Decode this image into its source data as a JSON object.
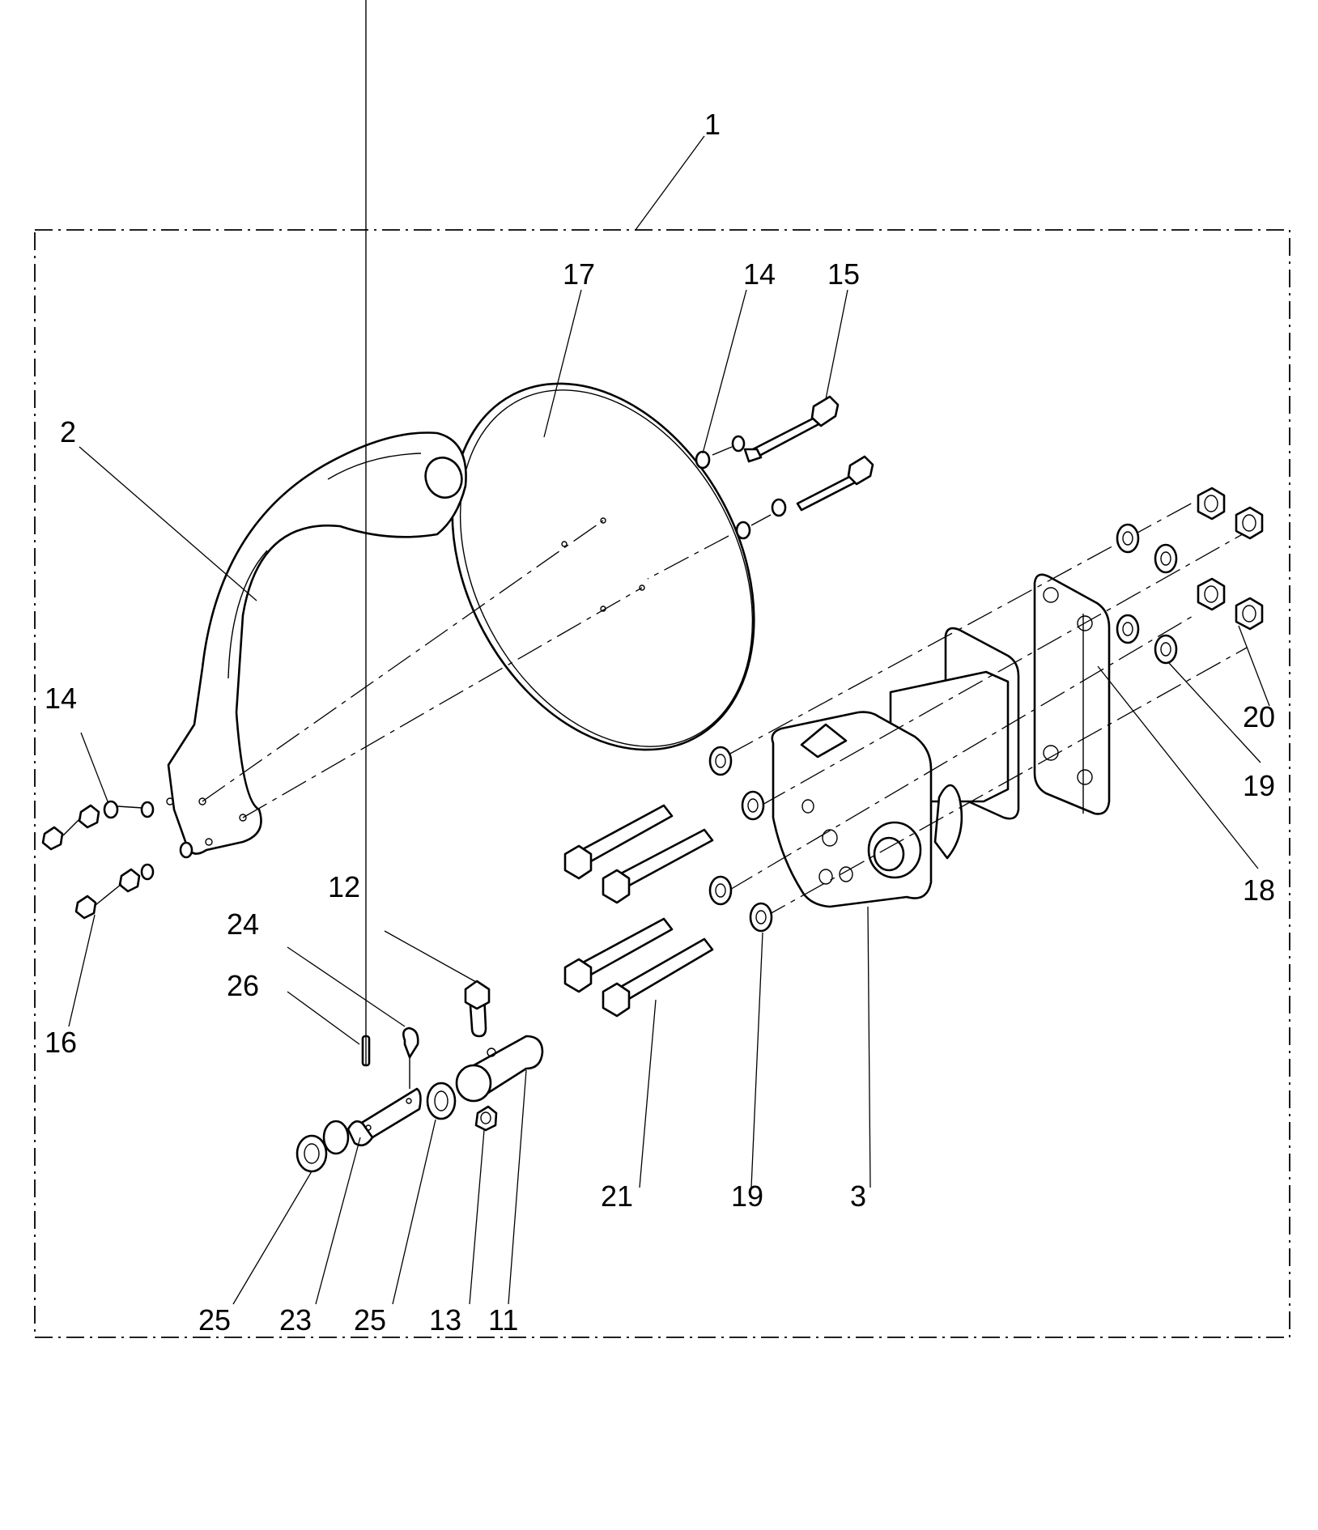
{
  "diagram": {
    "type": "exploded-parts-view",
    "assembly_callout": "1",
    "callouts": [
      {
        "id": "c1",
        "label": "1",
        "part": "assembly"
      },
      {
        "id": "c2",
        "label": "2",
        "part": "curved-arm"
      },
      {
        "id": "c3",
        "label": "3",
        "part": "mounting-bracket"
      },
      {
        "id": "c11",
        "label": "11",
        "part": "pivot-bushing"
      },
      {
        "id": "c12",
        "label": "12",
        "part": "hex-bolt-small"
      },
      {
        "id": "c13",
        "label": "13",
        "part": "lock-nut-small"
      },
      {
        "id": "c14a",
        "label": "14",
        "part": "washer-disc"
      },
      {
        "id": "c14b",
        "label": "14",
        "part": "washer-arm"
      },
      {
        "id": "c15",
        "label": "15",
        "part": "disc-bolt"
      },
      {
        "id": "c16",
        "label": "16",
        "part": "arm-nut"
      },
      {
        "id": "c17",
        "label": "17",
        "part": "disc-blade"
      },
      {
        "id": "c18",
        "label": "18",
        "part": "clamp-plate"
      },
      {
        "id": "c19a",
        "label": "19",
        "part": "washer-large-right"
      },
      {
        "id": "c19b",
        "label": "19",
        "part": "washer-large-front"
      },
      {
        "id": "c20",
        "label": "20",
        "part": "lock-nut-large"
      },
      {
        "id": "c21",
        "label": "21",
        "part": "long-hex-bolt"
      },
      {
        "id": "c23",
        "label": "23",
        "part": "pivot-pin"
      },
      {
        "id": "c24",
        "label": "24",
        "part": "lynch-pin"
      },
      {
        "id": "c25a",
        "label": "25",
        "part": "spacer-washer-left"
      },
      {
        "id": "c25b",
        "label": "25",
        "part": "spacer-washer-right"
      },
      {
        "id": "c26",
        "label": "26",
        "part": "roll-pin"
      }
    ]
  }
}
